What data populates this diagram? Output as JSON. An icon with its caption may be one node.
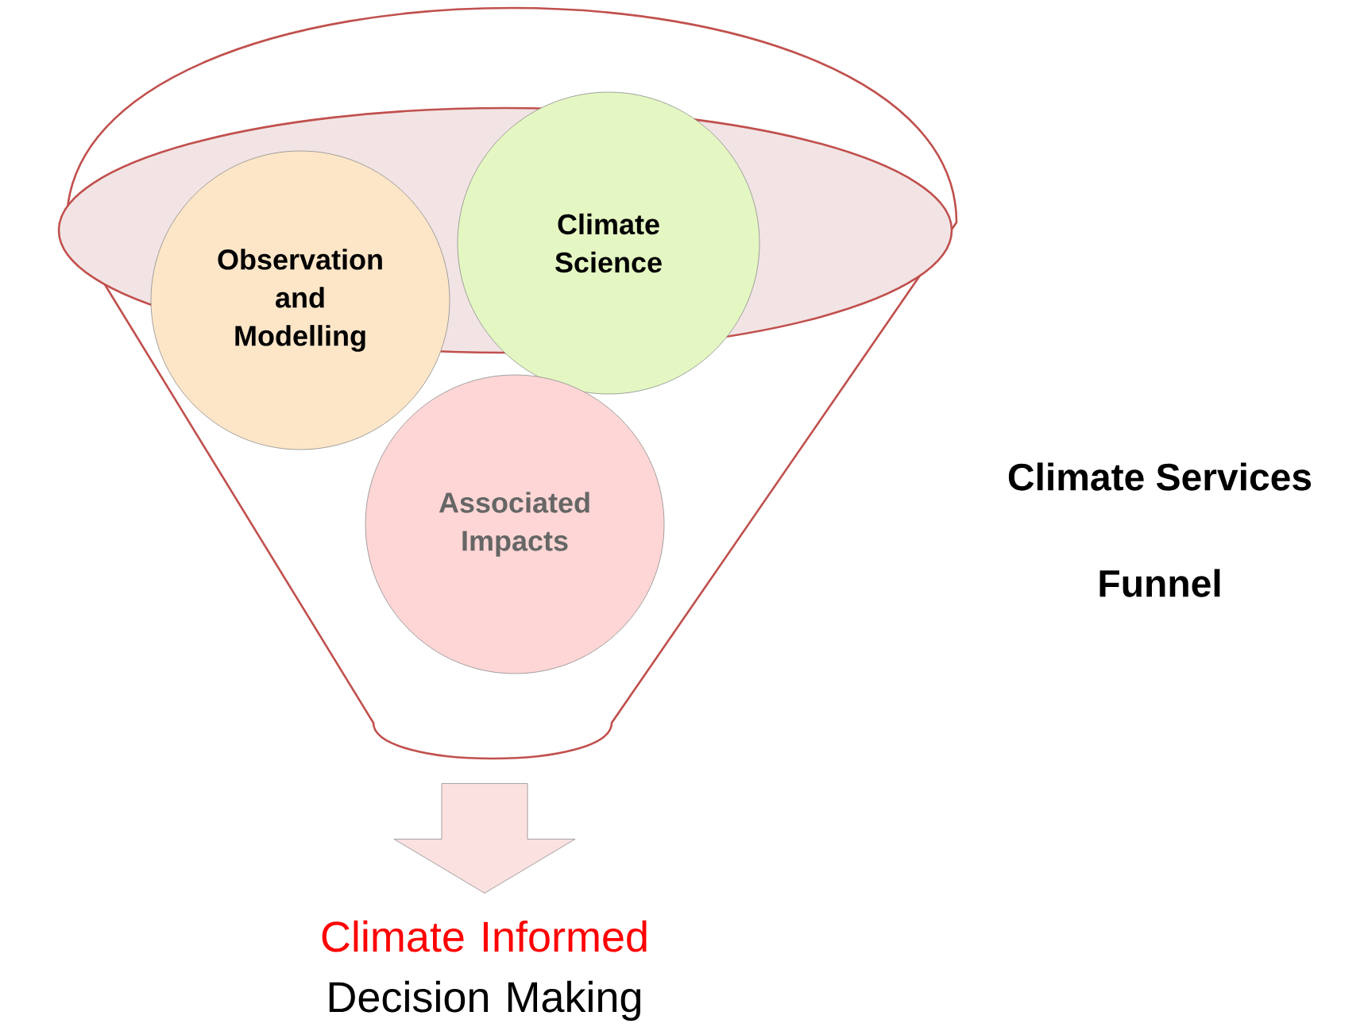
{
  "diagram": {
    "nodes": [
      {
        "text": [],
        "shape": "funnel"
      },
      {
        "text": [
          "Observation and Modelling"
        ],
        "in": 0
      },
      {
        "text": [
          "Climate Science"
        ],
        "in": 0
      },
      {
        "text": [
          "Associated Impacts"
        ],
        "in": 0
      },
      {
        "text": [
          "Climate Informed",
          "Decision Making"
        ]
      }
    ],
    "edges": [
      {
        "from": 0,
        "to": 4,
        "arrow": "to"
      }
    ],
    "labels": [
      "Climate Services",
      "Funnel"
    ]
  }
}
